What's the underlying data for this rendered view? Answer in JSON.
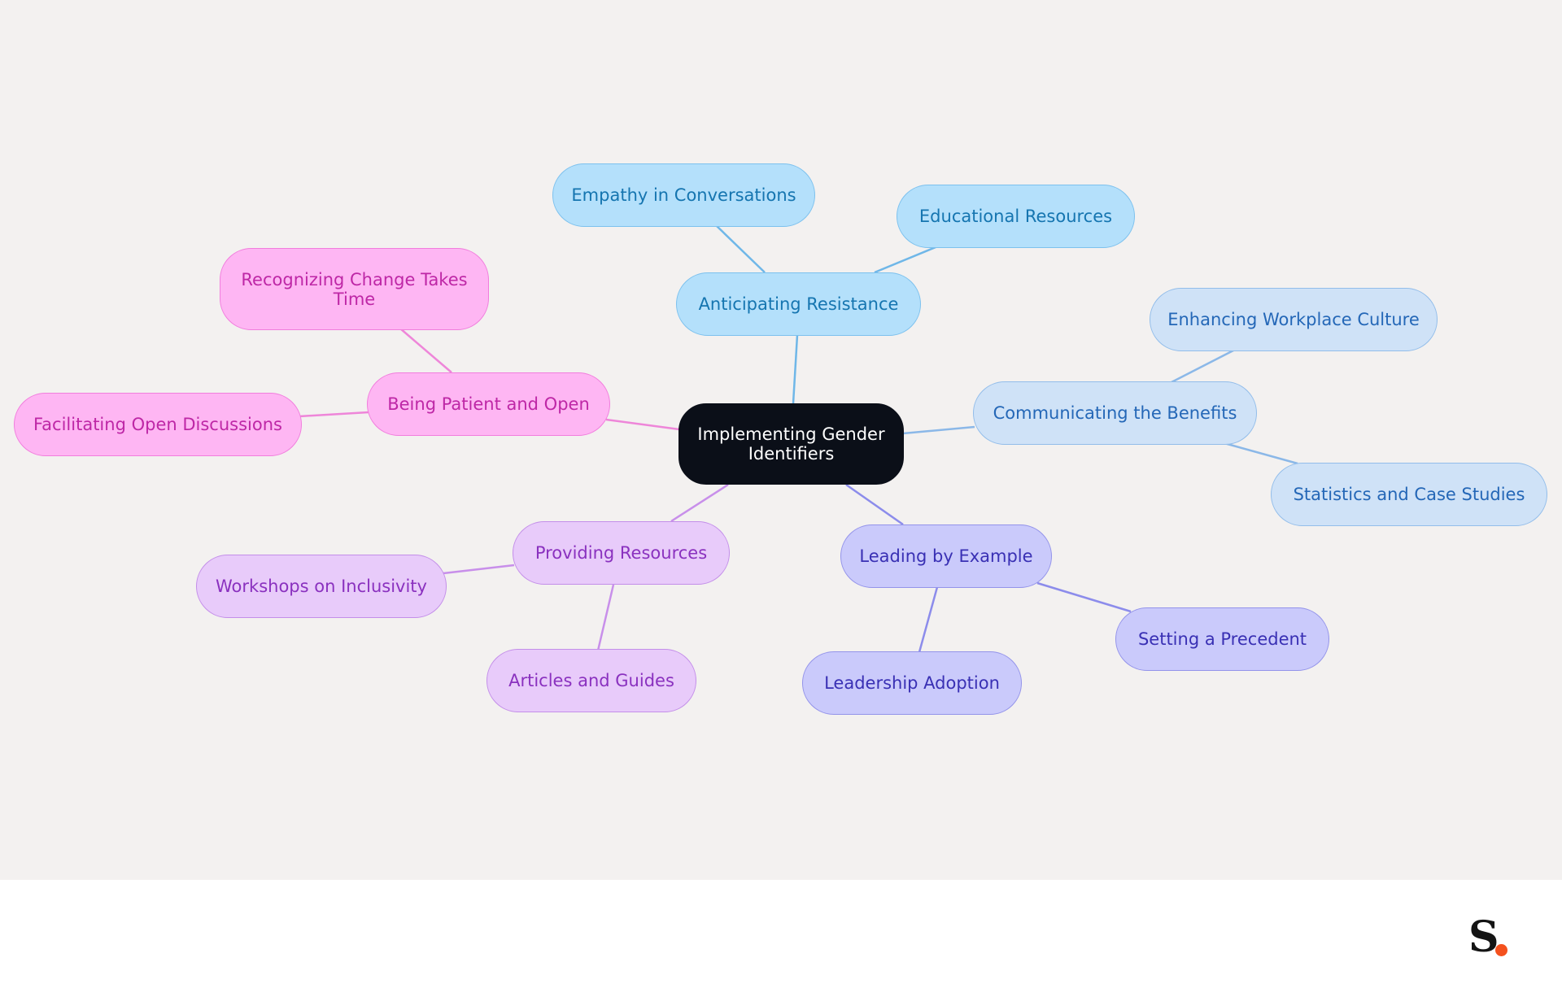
{
  "mindmap": {
    "root": {
      "label": "Implementing Gender Identifiers"
    },
    "branches": [
      {
        "label": "Anticipating Resistance",
        "color": "#b4e0fb",
        "children": [
          "Empathy in Conversations",
          "Educational Resources"
        ]
      },
      {
        "label": "Communicating the Benefits",
        "color": "#cfe2f7",
        "children": [
          "Enhancing Workplace Culture",
          "Statistics and Case Studies"
        ]
      },
      {
        "label": "Leading by Example",
        "color": "#cacafb",
        "children": [
          "Setting a Precedent",
          "Leadership Adoption"
        ]
      },
      {
        "label": "Providing Resources",
        "color": "#e8cbfa",
        "children": [
          "Workshops on Inclusivity",
          "Articles and Guides"
        ]
      },
      {
        "label": "Being Patient and Open",
        "color": "#feb6f3",
        "children": [
          "Recognizing Change Takes Time",
          "Facilitating Open Discussions"
        ]
      }
    ]
  },
  "colors": {
    "canvas_background": "#f3f1f0",
    "root_fill": "#0b0f18",
    "logo_dot": "#f4511e"
  },
  "logo": {
    "icon": "s-dot-logo"
  }
}
